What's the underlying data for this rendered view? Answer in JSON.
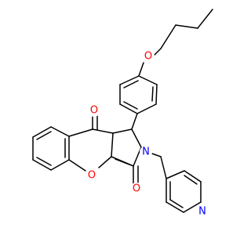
{
  "molecule": {
    "atoms": [
      {
        "id": "o_ether",
        "symbol": "O",
        "color": "#ff0000"
      },
      {
        "id": "o_ketone_top",
        "symbol": "O",
        "color": "#ff0000"
      },
      {
        "id": "o_pyran",
        "symbol": "O",
        "color": "#ff0000"
      },
      {
        "id": "o_lactam",
        "symbol": "O",
        "color": "#ff0000"
      },
      {
        "id": "n_lactam",
        "symbol": "N",
        "color": "#0000ff"
      },
      {
        "id": "n_pyridine",
        "symbol": "N",
        "color": "#0000ff"
      }
    ],
    "bond_color": "#000000"
  }
}
